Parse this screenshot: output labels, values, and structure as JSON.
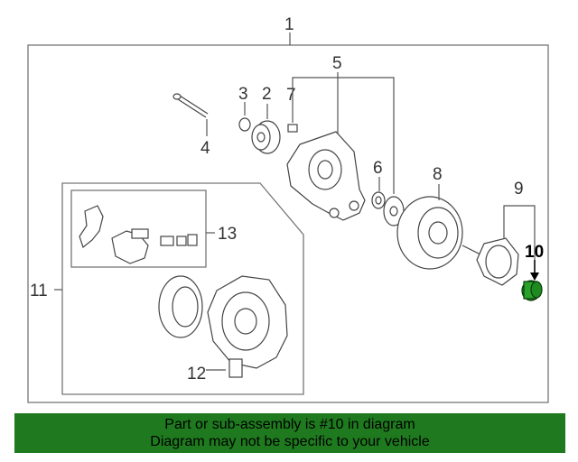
{
  "diagram": {
    "callouts": {
      "c1": "1",
      "c2": "2",
      "c3": "3",
      "c4": "4",
      "c5": "5",
      "c6": "6",
      "c7": "7",
      "c8": "8",
      "c9": "9",
      "c10": "10",
      "c11": "11",
      "c12": "12",
      "c13": "13"
    },
    "highlighted_part": "10",
    "colors": {
      "highlight": "#1f8a1f",
      "footer_bg": "#1f7a1f",
      "line": "#555555"
    }
  },
  "footer": {
    "line1": "Part or sub-assembly is #10 in diagram",
    "line2": "Diagram may not be specific to your vehicle"
  }
}
